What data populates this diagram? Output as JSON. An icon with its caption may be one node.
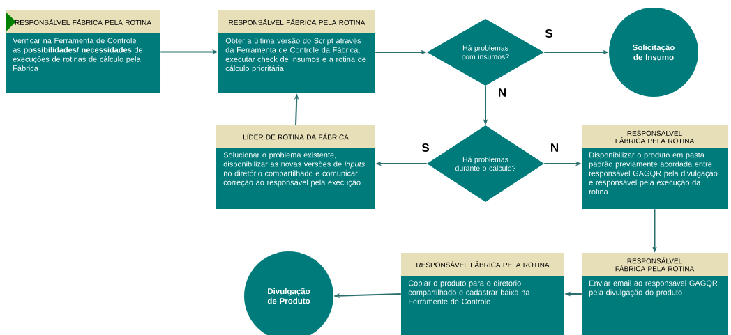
{
  "diagram": {
    "nodes": [
      {
        "text": [
          "RESPONSÁLVEL FÁBRICA PELA ROTINA",
          "Verificar na Ferramenta de Controle as **possibilidades/ necessidades** de execuções de rotinas de cálculo pela Fábrica"
        ]
      },
      {
        "text": [
          "RESPONSÁLVEL FÁBRICA PELA ROTINA",
          "Obter a última versão do Script através da Ferramenta de Controle da Fábrica, executar check de insumos e a rotina de cálculo prioritária"
        ]
      },
      {
        "text": [
          "Há problemas com insumos?"
        ]
      },
      {
        "text": [
          "Solicitação de Insumo"
        ]
      },
      {
        "text": [
          "LÍDER DE ROTINA DA FÁBRICA",
          "Solucionar o problema existente, disponibilizar as novas versões de *inputs* no diretório compartilhado e comunicar correção ao responsável pela execução"
        ]
      },
      {
        "text": [
          "Há problemas durante o cálculo?"
        ]
      },
      {
        "text": [
          "RESPONSÁLVEL FÁBRICA PELA ROTINA",
          "Disponibilizar o produto em pasta padrão previamente acordada entre responsável GAGQR pela divulgação e responsável pela execução da rotina"
        ]
      },
      {
        "text": [
          "RESPONSÁLVEL FÁBRICA PELA ROTINA",
          "Enviar email ao responsável GAGQR pela divulgação do produto"
        ]
      },
      {
        "text": [
          "RESPONSÁVEL FÁBRICA PELA ROTINA",
          "Copiar o produto para o diretório compartilhado e cadastrar baixa na Ferramente de Controle"
        ]
      },
      {
        "text": [
          "Divulgação de Produto"
        ]
      }
    ],
    "edges": [
      {
        "from": 0,
        "to": 1,
        "arrow": "to"
      },
      {
        "from": 1,
        "to": 2,
        "arrow": "to"
      },
      {
        "from": 2,
        "to": 3,
        "arrow": "to",
        "label": "S"
      },
      {
        "from": 2,
        "to": 5,
        "arrow": "to",
        "label": "N"
      },
      {
        "from": 5,
        "to": 4,
        "arrow": "to",
        "label": "S"
      },
      {
        "from": 4,
        "to": 1,
        "arrow": "to"
      },
      {
        "from": 5,
        "to": 6,
        "arrow": "to",
        "label": "N"
      },
      {
        "from": 6,
        "to": 7,
        "arrow": "to"
      },
      {
        "from": 7,
        "to": 8,
        "arrow": "to"
      },
      {
        "from": 8,
        "to": 9,
        "arrow": "to"
      }
    ]
  }
}
